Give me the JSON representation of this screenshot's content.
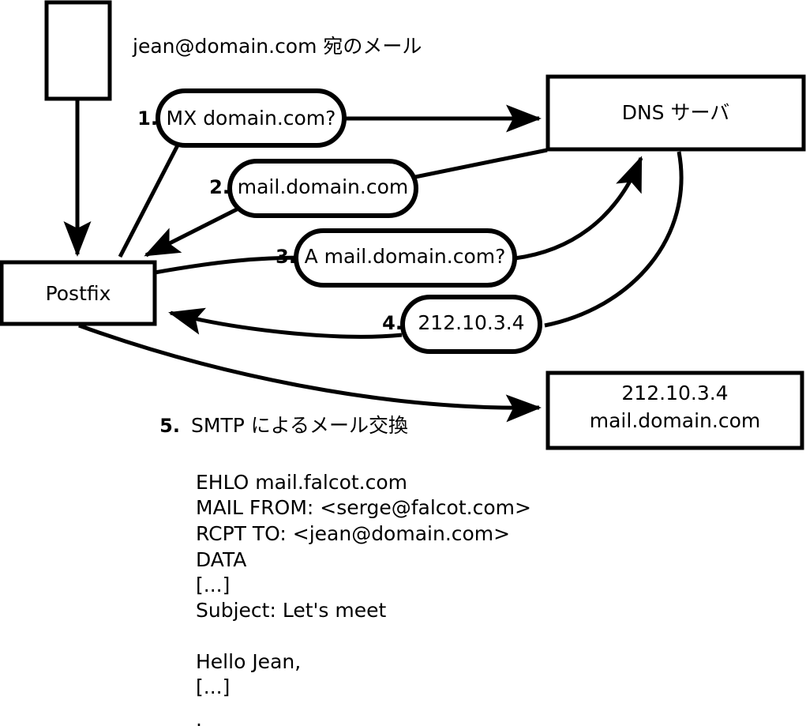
{
  "diagram": {
    "title_note": "jean@domain.com 宛のメール",
    "nodes": [
      {
        "id": "client",
        "label": ""
      },
      {
        "id": "postfix",
        "label": "Postfix"
      },
      {
        "id": "dns",
        "label": "DNS サーバ"
      },
      {
        "id": "mailserver_line1",
        "label": "212.10.3.4"
      },
      {
        "id": "mailserver_line2",
        "label": "mail.domain.com"
      }
    ],
    "steps": [
      {
        "num": "1.",
        "label": "MX domain.com?"
      },
      {
        "num": "2.",
        "label": "mail.domain.com"
      },
      {
        "num": "3.",
        "label": "A mail.domain.com?"
      },
      {
        "num": "4.",
        "label": "212.10.3.4"
      },
      {
        "num": "5.",
        "label": "SMTP によるメール交換"
      }
    ],
    "transcript": [
      "EHLO mail.falcot.com",
      "MAIL FROM: <serge@falcot.com>",
      "RCPT TO: <jean@domain.com>",
      "DATA",
      "[...]",
      "Subject: Let's meet",
      "",
      "Hello Jean,",
      "[...]",
      "",
      "."
    ]
  },
  "colors": {
    "stroke": "#000000",
    "fill": "#ffffff",
    "text": "#000000"
  }
}
